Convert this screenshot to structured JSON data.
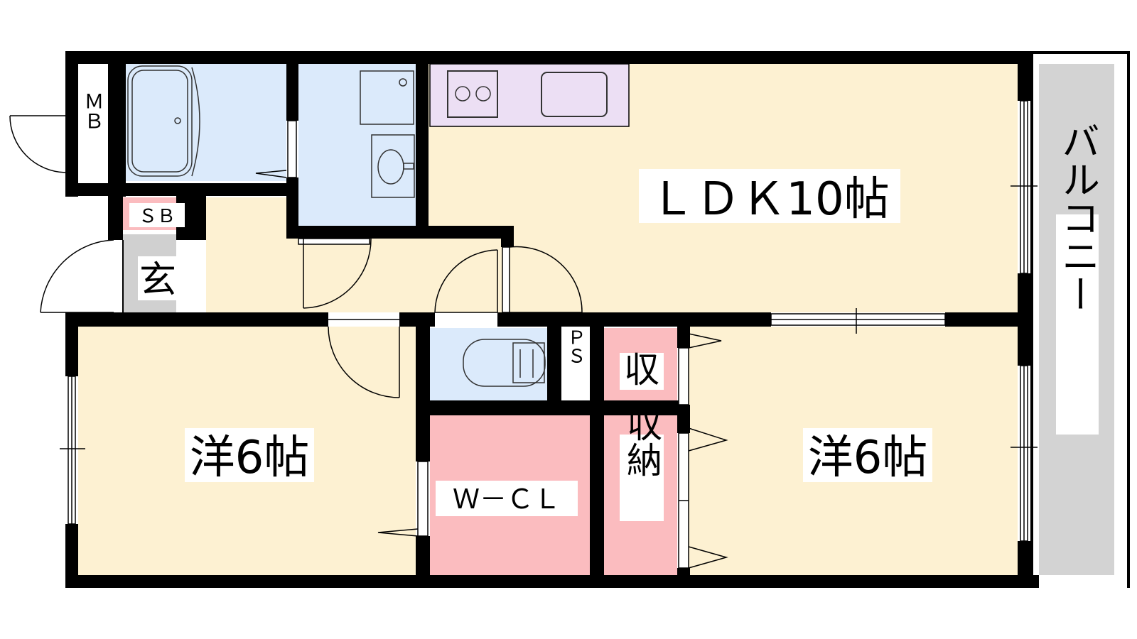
{
  "rooms": {
    "ldk": "ＬＤＫ10帖",
    "western_left": "洋6帖",
    "western_right": "洋6帖",
    "wcl": "Ｗ－ＣＬ",
    "storage_small": "収",
    "storage_large": "収納",
    "entrance": "玄",
    "shoe_box": "ＳＢ",
    "meter_box": "ＭＢ",
    "pipe_space": "ＰＳ",
    "balcony": "バルコニー"
  },
  "colors": {
    "room_floor": "#fdf1d2",
    "wet_area": "#dbeafb",
    "storage": "#fbbcbf",
    "kitchen_counter": "#ecdff4",
    "balcony": "#d3d3d3",
    "entrance_floor": "#d0d0d0",
    "wall": "#000000"
  }
}
